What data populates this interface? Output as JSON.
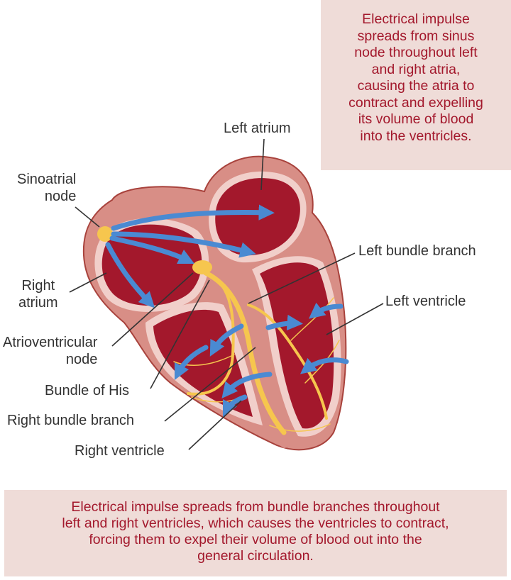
{
  "notes": {
    "top": "Electrical impulse\nspreads from sinus\nnode throughout left\nand right atria,\ncausing the atria to\ncontract and expelling\nits volume of blood\ninto the ventricles.",
    "bottom": "Electrical impulse spreads from bundle branches throughout\nleft and right ventricles, which causes the ventricles to contract,\nforcing them to expel their volume of blood out into the\ngeneral circulation."
  },
  "labels": {
    "left_atrium": "Left atrium",
    "sinoatrial_node": "Sinoatrial\nnode",
    "left_bundle_branch": "Left bundle branch",
    "right_atrium": "Right\natrium",
    "left_ventricle": "Left ventricle",
    "atrioventricular_node": "Atrioventricular\nnode",
    "bundle_of_his": "Bundle of His",
    "right_bundle_branch": "Right bundle branch",
    "right_ventricle": "Right ventricle"
  },
  "colors": {
    "note_background": "#efdcd8",
    "note_text": "#a3182c",
    "heart_wall": "#d88e86",
    "chamber": "#a3182c",
    "conduction": "#f6c64e",
    "impulse_arrow": "#4a8ad2",
    "label_text": "#333333"
  }
}
